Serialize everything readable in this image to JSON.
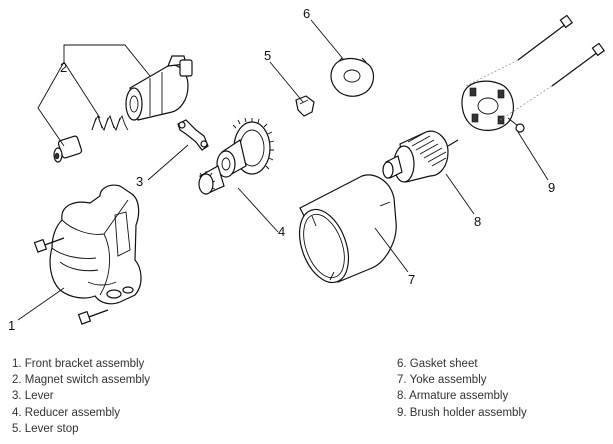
{
  "callouts": {
    "c1": "1",
    "c2": "2",
    "c3": "3",
    "c4": "4",
    "c5": "5",
    "c6": "6",
    "c7": "7",
    "c8": "8",
    "c9": "9"
  },
  "legend": {
    "left": [
      "1. Front bracket assembly",
      "2. Magnet switch assembly",
      "3. Lever",
      "4. Reducer assembly",
      "5. Lever stop"
    ],
    "right": [
      "6. Gasket sheet",
      "7. Yoke assembly",
      "8. Armature assembly",
      "9. Brush holder assembly"
    ]
  }
}
